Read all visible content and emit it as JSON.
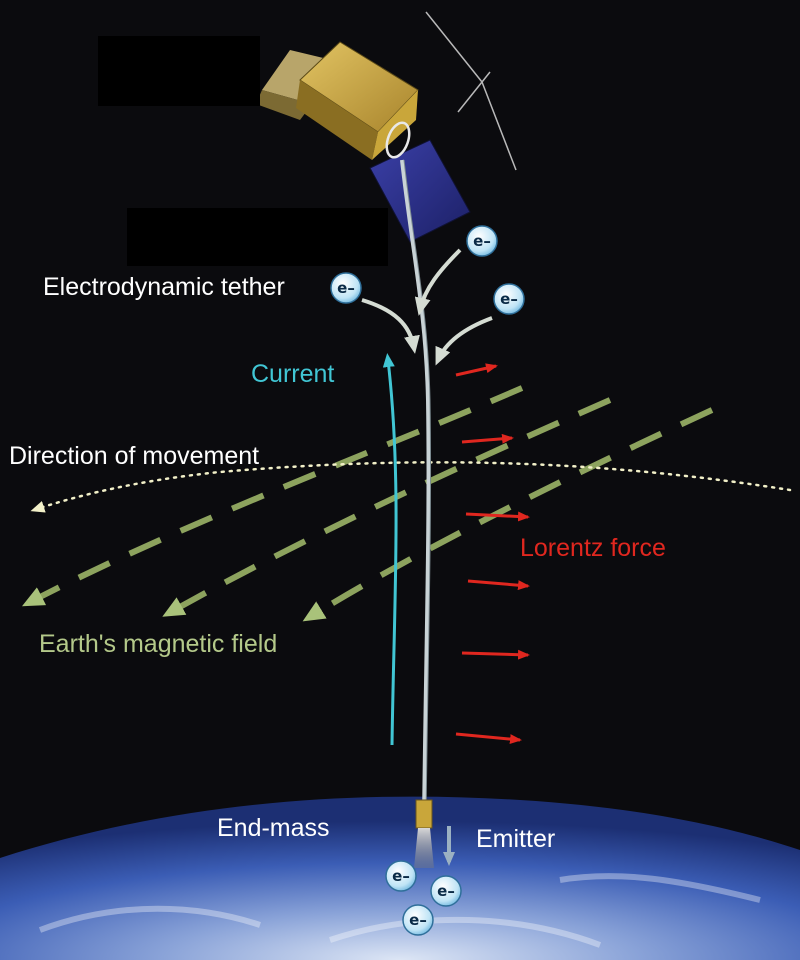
{
  "labels": {
    "tether": "Electrodynamic tether",
    "current": "Current",
    "direction": "Direction of movement",
    "lorentz": "Lorentz force",
    "magnetic": "Earth's magnetic field",
    "end_mass": "End-mass",
    "emitter": "Emitter"
  },
  "electron_symbol": "e–",
  "colors": {
    "background": "#0b0b0e",
    "label_white": "#ffffff",
    "current": "#41c6d4",
    "lorentz": "#e0271f",
    "magnetic": "#b4c98a",
    "field_line": "#8da35e",
    "tether": "#c9d3d6",
    "solar_panel": "#2a2f8a",
    "bus_gold": "#c9a63a",
    "earth_blue": "#2c4fa3",
    "redaction": "#000000"
  }
}
